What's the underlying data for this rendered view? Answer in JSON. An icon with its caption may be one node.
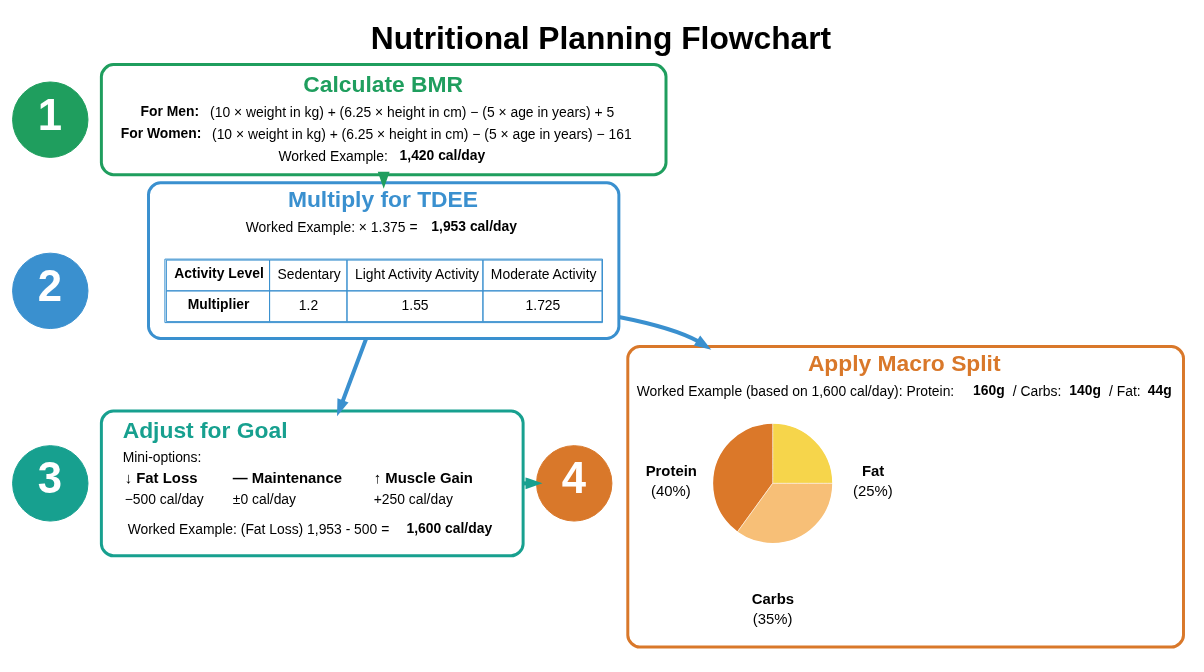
{
  "diagram": {
    "title": "Nutritional Planning Flowchart",
    "nodes": [
      {
        "text": [
          "1"
        ]
      },
      {
        "text": [
          "Calculate BMR",
          "**For Men:** (10 × weight in kg) + (6.25 × height in cm) − (5 × age in years) + 5",
          "**For Women:** (10 × weight in kg) + (6.25 × height in cm) − (5 × age in years) − 161",
          "Worked Example: **1,420 cal/day**"
        ]
      },
      {
        "text": [
          "2"
        ]
      },
      {
        "text": [
          "Multiply for TDEE",
          "Worked Example: × 1.375 = **1,953 cal/day**"
        ]
      },
      {
        "text": [
          "Activity Level",
          "Sedentary",
          "Light Activity Activity",
          "Moderate Activity",
          "Multiplier",
          "1.2",
          "1.55",
          "1.725"
        ],
        "in": 3
      },
      {
        "text": [
          "3"
        ]
      },
      {
        "text": [
          "Adjust for Goal",
          "Mini-options:",
          "↓ Fat Loss",
          "−500 cal/day",
          "— Maintenance",
          "±0 cal/day",
          "↑ Muscle Gain",
          "+250 cal/day",
          "Worked Example: (Fat Loss) 1,953 - 500 = **1,600 cal/day**"
        ]
      },
      {
        "text": [
          "4"
        ]
      },
      {
        "text": [
          "Apply Macro Split",
          "Worked Example (based on 1,600 cal/day): Protein: **160g** / Carbs: **140g** / Fat: **44g**"
        ]
      },
      {
        "text": [],
        "shape": "circle",
        "in": 8
      }
    ],
    "edges": [
      {
        "from": 1,
        "to": 3,
        "arrow": "to",
        "color": "#1f9e5e"
      },
      {
        "from": 3,
        "to": 6,
        "arrow": "to"
      },
      {
        "from": 3,
        "to": 8,
        "arrow": "to"
      },
      {
        "from": 6,
        "to": 7,
        "arrow": "to",
        "color": "#17a08f"
      }
    ],
    "chart_data": {
      "type": "pie",
      "categories": [
        "Fat",
        "Protein",
        "Carbs"
      ],
      "values": [
        25,
        40,
        35
      ],
      "value_labels": [
        "(25%)",
        "(40%)",
        "(35%)"
      ]
    }
  }
}
